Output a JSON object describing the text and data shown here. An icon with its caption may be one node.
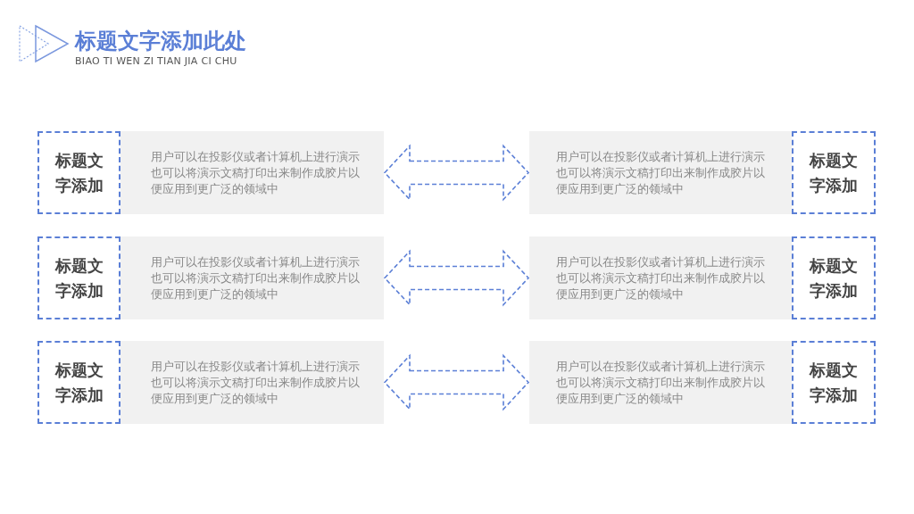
{
  "diagram": {
    "title": "标题文字添加此处",
    "nodes": [
      {
        "text": [
          "标题文字添加"
        ]
      },
      {
        "text": [
          "用户可以在投影仪或者计算机上进行演示也可以将演示文稿打印出来制作成胶片以便应用到更广泛的领域中"
        ]
      },
      {
        "text": [
          "用户可以在投影仪或者计算机上进行演示也可以将演示文稿打印出来制作成胶片以便应用到更广泛的领域中"
        ]
      },
      {
        "text": [
          "标题文字添加"
        ]
      },
      {
        "text": [
          "标题文字添加"
        ]
      },
      {
        "text": [
          "用户可以在投影仪或者计算机上进行演示也可以将演示文稿打印出来制作成胶片以便应用到更广泛的领域中"
        ]
      },
      {
        "text": [
          "用户可以在投影仪或者计算机上进行演示也可以将演示文稿打印出来制作成胶片以便应用到更广泛的领域中"
        ]
      },
      {
        "text": [
          "标题文字添加"
        ]
      },
      {
        "text": [
          "标题文字添加"
        ]
      },
      {
        "text": [
          "用户可以在投影仪或者计算机上进行演示也可以将演示文稿打印出来制作成胶片以便应用到更广泛的领域中"
        ]
      },
      {
        "text": [
          "用户可以在投影仪或者计算机上进行演示也可以将演示文稿打印出来制作成胶片以便应用到更广泛的领域中"
        ]
      },
      {
        "text": [
          "标题文字添加"
        ]
      }
    ],
    "edges": [
      {
        "from": 1,
        "to": 2,
        "arrow": "both",
        "style": "dashed"
      },
      {
        "from": 5,
        "to": 6,
        "arrow": "both",
        "style": "dashed"
      },
      {
        "from": 9,
        "to": 10,
        "arrow": "both",
        "style": "dashed"
      }
    ],
    "labels": [
      "BIAO TI WEN ZI TIAN JIA CI CHU"
    ]
  }
}
